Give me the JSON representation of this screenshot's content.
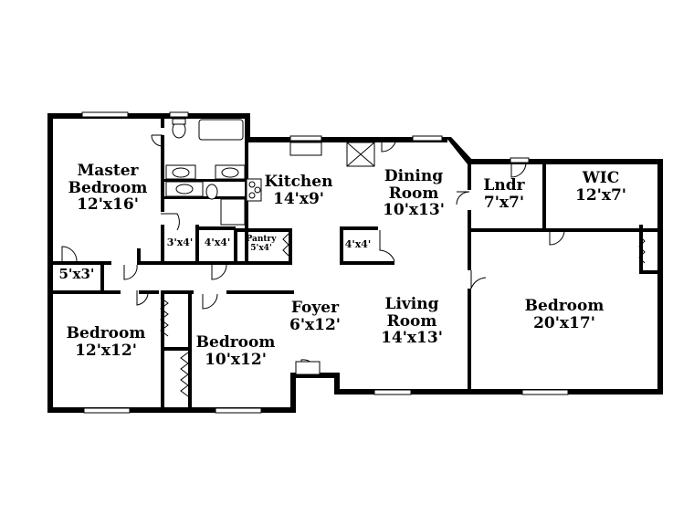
{
  "rooms": {
    "master_bedroom": {
      "name": "Master\nBedroom",
      "size": "12'x16'"
    },
    "kitchen": {
      "name": "Kitchen",
      "size": "14'x9'"
    },
    "dining_room": {
      "name": "Dining\nRoom",
      "size": "10'x13'"
    },
    "laundry": {
      "name": "Lndr",
      "size": "7'x7'"
    },
    "wic": {
      "name": "WIC",
      "size": "12'x7'"
    },
    "closet_3x4": {
      "size": "3'x4'"
    },
    "closet_4x4_a": {
      "size": "4'x4'"
    },
    "pantry": {
      "name": "Pantry",
      "size": "5'x4'"
    },
    "closet_4x4_b": {
      "size": "4'x4'"
    },
    "closet_5x3": {
      "size": "5'x3'"
    },
    "foyer": {
      "name": "Foyer",
      "size": "6'x12'"
    },
    "living_room": {
      "name": "Living\nRoom",
      "size": "14'x13'"
    },
    "bedroom_large": {
      "name": "Bedroom",
      "size": "20'x17'"
    },
    "bedroom_left": {
      "name": "Bedroom",
      "size": "12'x12'"
    },
    "bedroom_mid": {
      "name": "Bedroom",
      "size": "10'x12'"
    }
  }
}
